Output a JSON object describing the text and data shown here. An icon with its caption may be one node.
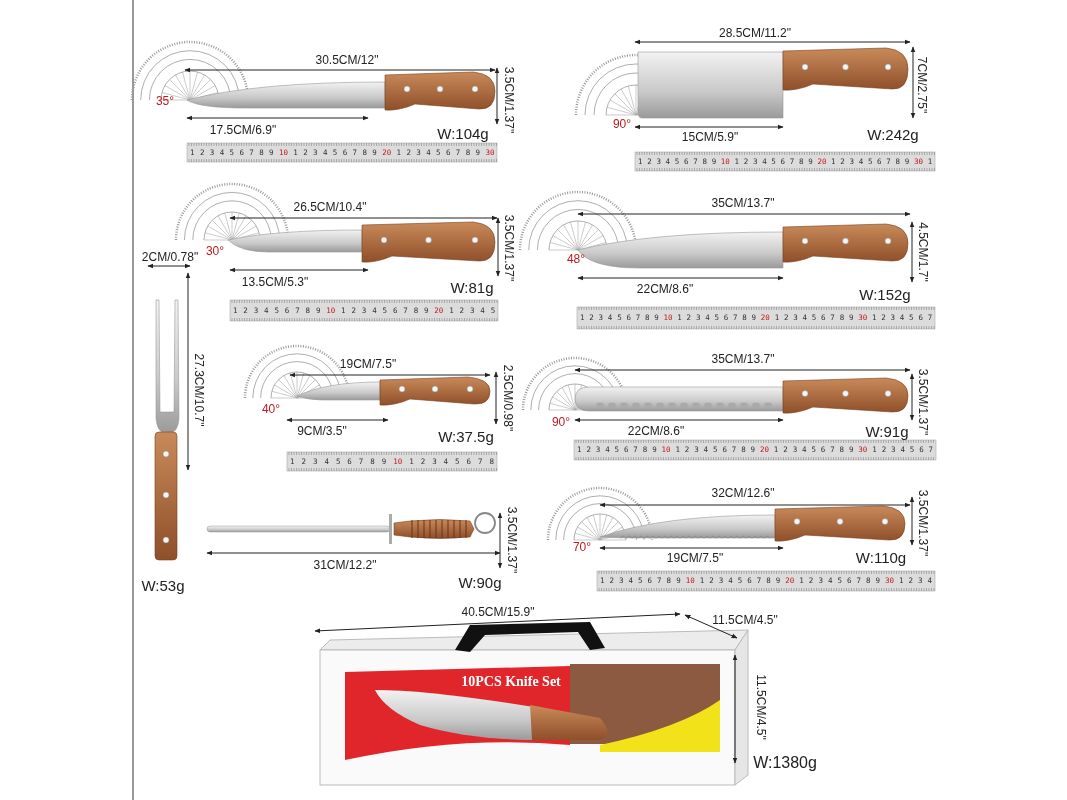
{
  "diagram": {
    "labels": [
      "30.5CM/12\"",
      "3.5CM/1.37\"",
      "35°",
      "17.5CM/6.9\"",
      "W:104g",
      "1 2 3 4 5 6 7 8 9 10 1 2 3 4 5 6 7 8 9 20 1 2 3 4 5 6 7 8 9 30",
      "28.5CM/11.2\"",
      "7CM/2.75\"",
      "90°",
      "15CM/5.9\"",
      "W:242g",
      "1 2 3 4 5 6 7 8 9 10 1 2 3 4 5 6 7 8 9 20 1 2 3 4 5 6 7 8 9 30 1",
      "26.5CM/10.4\"",
      "3.5CM/1.37\"",
      "30°",
      "13.5CM/5.3\"",
      "W:81g",
      "1 2 3 4 5 6 7 8 9 10 1 2 3 4 5 6 7 8 9 20 1 2 3 4 5",
      "35CM/13.7\"",
      "4.5CM/1.7\"",
      "48°",
      "22CM/8.6\"",
      "W:152g",
      "1 2 3 4 5 6 7 8 9 10 1 2 3 4 5 6 7 8 9 20 1 2 3 4 5 6 7 8 9 30 1 2 3 4 5 6 7",
      "2CM/0.78\"",
      "27.3CM/10.7\"",
      "W:53g",
      "19CM/7.5\"",
      "2.5CM/0.98\"",
      "40°",
      "9CM/3.5\"",
      "W:37.5g",
      "1 2 3 4 5 6 7 8 9 10 1 2 3 4 5 6 7 8",
      "35CM/13.7\"",
      "3.5CM/1.37\"",
      "90°",
      "22CM/8.6\"",
      "W:91g",
      "1 2 3 4 5 6 7 8 9 10 1 2 3 4 5 6 7 8 9 20 1 2 3 4 5 6 7 8 9 30 1 2 3 4 5 6 7",
      "3.5CM/1.37\"",
      "31CM/12.2\"",
      "W:90g",
      "32CM/12.6\"",
      "3.5CM/1.37\"",
      "70°",
      "19CM/7.5\"",
      "W:110g",
      "1 2 3 4 5 6 7 8 9 10 1 2 3 4 5 6 7 8 9 20 1 2 3 4 5 6 7 8 9 30 1 2 3 4",
      "40.5CM/15.9\"",
      "11.5CM/4.5\"",
      "10PCS Knife Set",
      "11.5CM/4.5\"",
      "W:1380g"
    ]
  }
}
